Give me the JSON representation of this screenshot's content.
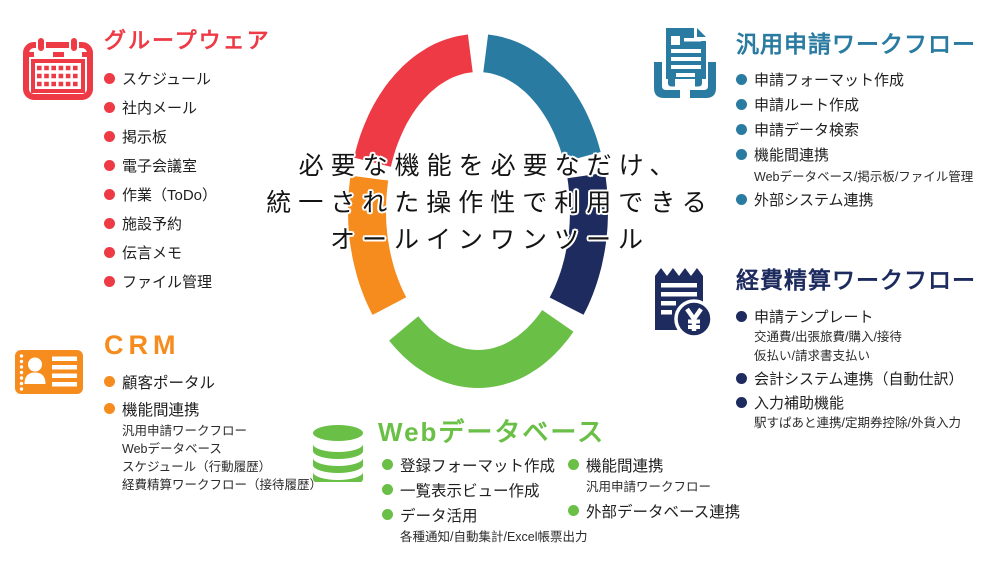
{
  "center_message": {
    "lines": [
      "必要な機能を必要なだけ、",
      "統一された操作性で利用できる",
      "オールインワンツール"
    ]
  },
  "chart_data": {
    "type": "donut",
    "note": "decorative 5-segment ring, angles clockwise from top",
    "segments": [
      {
        "id": "groupware",
        "label": "グループウェア",
        "color": "#ed3a45",
        "start_deg": 288,
        "end_deg": 356
      },
      {
        "id": "workflow",
        "label": "汎用申請ワークフロー",
        "color": "#2a7ba1",
        "start_deg": 4,
        "end_deg": 70
      },
      {
        "id": "expense",
        "label": "経費精算ワークフロー",
        "color": "#1d2b5e",
        "start_deg": 77,
        "end_deg": 127
      },
      {
        "id": "webdb",
        "label": "Webデータベース",
        "color": "#6abf47",
        "start_deg": 134,
        "end_deg": 222
      },
      {
        "id": "crm",
        "label": "CRM",
        "color": "#f68b1e",
        "start_deg": 233,
        "end_deg": 282
      }
    ]
  },
  "icons": {
    "groupware": "calendar-icon",
    "workflow": "fax-document-icon",
    "expense": "receipt-yen-icon",
    "crm": "id-card-icon",
    "webdb": "database-icon"
  },
  "sections": {
    "groupware": {
      "title": "グループウェア",
      "color": "#ed3a45",
      "items": [
        {
          "label": "スケジュール"
        },
        {
          "label": "社内メール"
        },
        {
          "label": "掲示板"
        },
        {
          "label": "電子会議室"
        },
        {
          "label": "作業（ToDo）"
        },
        {
          "label": "施設予約"
        },
        {
          "label": "伝言メモ"
        },
        {
          "label": "ファイル管理"
        }
      ]
    },
    "workflow": {
      "title": "汎用申請ワークフロー",
      "color": "#2a7ba1",
      "items": [
        {
          "label": "申請フォーマット作成"
        },
        {
          "label": "申請ルート作成"
        },
        {
          "label": "申請データ検索"
        },
        {
          "label": "機能間連携",
          "subs": [
            "Webデータベース/掲示板/ファイル管理"
          ]
        },
        {
          "label": "外部システム連携"
        }
      ]
    },
    "expense": {
      "title": "経費精算ワークフロー",
      "color": "#1d2b5e",
      "items": [
        {
          "label": "申請テンプレート",
          "subs": [
            "交通費/出張旅費/購入/接待",
            "仮払い/請求書支払い"
          ]
        },
        {
          "label": "会計システム連携（自動仕訳）"
        },
        {
          "label": "入力補助機能",
          "subs": [
            "駅すぱあと連携/定期券控除/外貨入力"
          ]
        }
      ]
    },
    "crm": {
      "title": "CRM",
      "color": "#f68b1e",
      "items": [
        {
          "label": "顧客ポータル"
        },
        {
          "label": "機能間連携",
          "subs": [
            "汎用申請ワークフロー",
            "Webデータベース",
            "スケジュール（行動履歴）",
            "経費精算ワークフロー（接待履歴）"
          ]
        }
      ]
    },
    "webdb": {
      "title": "Webデータベース",
      "color": "#6abf47",
      "col1": [
        {
          "label": "登録フォーマット作成"
        },
        {
          "label": "一覧表示ビュー作成"
        },
        {
          "label": "データ活用",
          "subs": [
            "各種通知/自動集計/Excel帳票出力"
          ]
        }
      ],
      "col2": [
        {
          "label": "機能間連携",
          "subs": [
            "汎用申請ワークフロー"
          ]
        },
        {
          "label": "外部データベース連携"
        }
      ]
    }
  }
}
